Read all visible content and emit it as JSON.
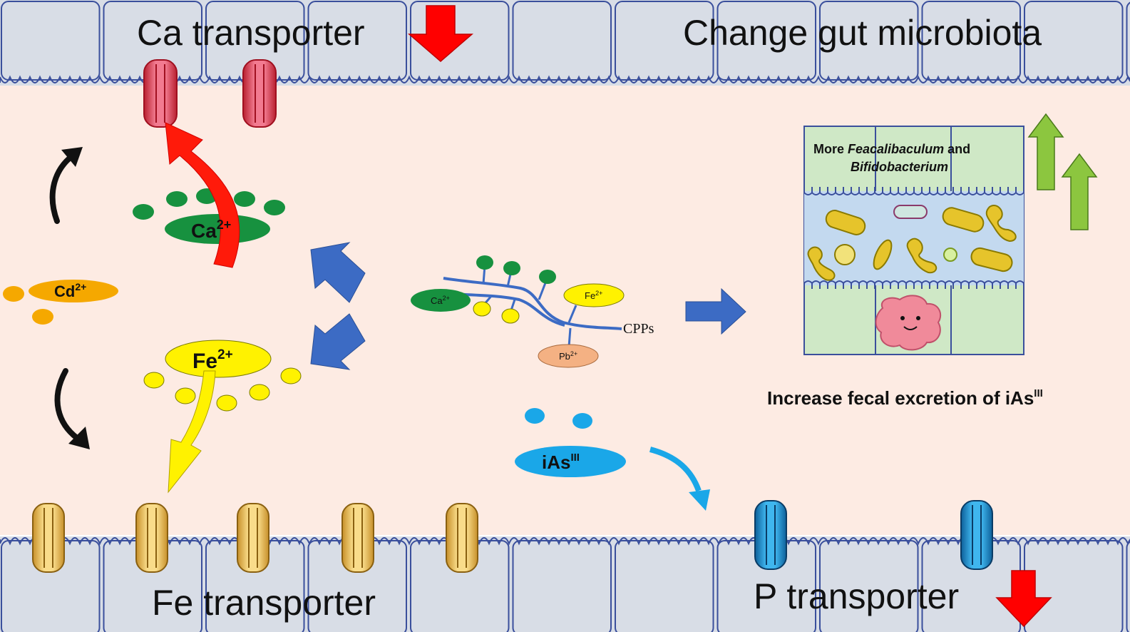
{
  "labels": {
    "ca_transporter": "Ca transporter",
    "change_gut_microbiota": "Change gut microbiota",
    "fe_transporter": "Fe transporter",
    "p_transporter": "P transporter",
    "cpps": "CPPs",
    "more_prefix": "More ",
    "feacalibaculum": "Feacalibaculum",
    "and": " and",
    "bifidobacterium": "Bifidobacterium",
    "increase_fecal": "Increase fecal excretion of iAs",
    "increase_fecal_sup": "III"
  },
  "ions": {
    "ca": {
      "base": "Ca",
      "sup": "2+"
    },
    "cd": {
      "base": "Cd",
      "sup": "2+"
    },
    "fe": {
      "base": "Fe",
      "sup": "2+"
    },
    "ias": {
      "base": "iAs",
      "sup": "III"
    },
    "cpp_ca": {
      "base": "Ca",
      "sup": "2+"
    },
    "cpp_fe": {
      "base": "Fe",
      "sup": "2+"
    },
    "cpp_pb": {
      "base": "Pb",
      "sup": "2+"
    }
  },
  "colors": {
    "lumen": "#fdebe3",
    "epithelium": "#d8dde6",
    "calcium": "#17913f",
    "cadmium": "#f5a800",
    "iron": "#fff200",
    "arsenic": "#1aa7e8",
    "lead": "#f4b183",
    "cpp_chain": "#3c6bc4",
    "up_arrow": "#8cc63f",
    "down_arrow": "#ff0000",
    "ca_channel": "#e8546d",
    "fe_channel": "#f2c35c",
    "p_channel": "#1d96d6",
    "microbiota_panel": "#cfe8c6"
  }
}
